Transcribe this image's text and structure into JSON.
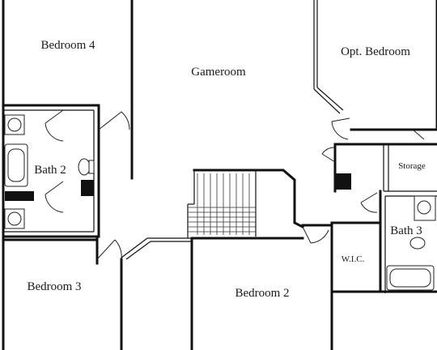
{
  "rooms": {
    "bedroom4": "Bedroom 4",
    "gameroom": "Gameroom",
    "opt_bedroom": "Opt. Bedroom",
    "storage": "Storage",
    "bath2": "Bath 2",
    "bath3": "Bath 3",
    "wic": "W.I.C.",
    "bedroom3": "Bedroom 3",
    "bedroom2": "Bedroom 2"
  }
}
